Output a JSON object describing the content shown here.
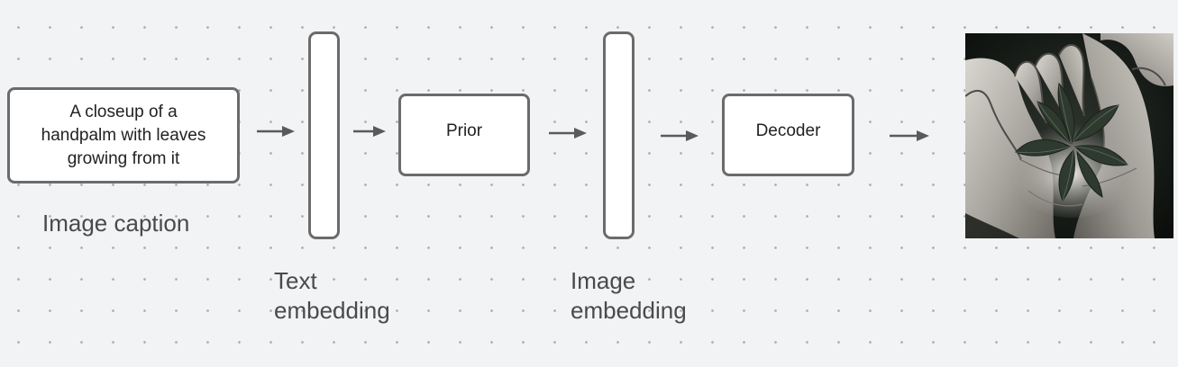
{
  "diagram": {
    "caption_box": {
      "text": "A closeup of a\nhandpalm with leaves\ngrowing from it"
    },
    "caption_label": "Image caption",
    "text_embedding_label": "Text\nembedding",
    "prior_box": {
      "label": "Prior"
    },
    "image_embedding_label": "Image\nembedding",
    "decoder_box": {
      "label": "Decoder"
    },
    "output_image": {
      "icon": "hands-with-leaves-photo"
    },
    "colors": {
      "background": "#f2f3f5",
      "dot_grid": "#a9acb1",
      "border": "#6b6b6b",
      "arrow": "#5a5a5a",
      "label_text": "#4a4a4a"
    }
  }
}
